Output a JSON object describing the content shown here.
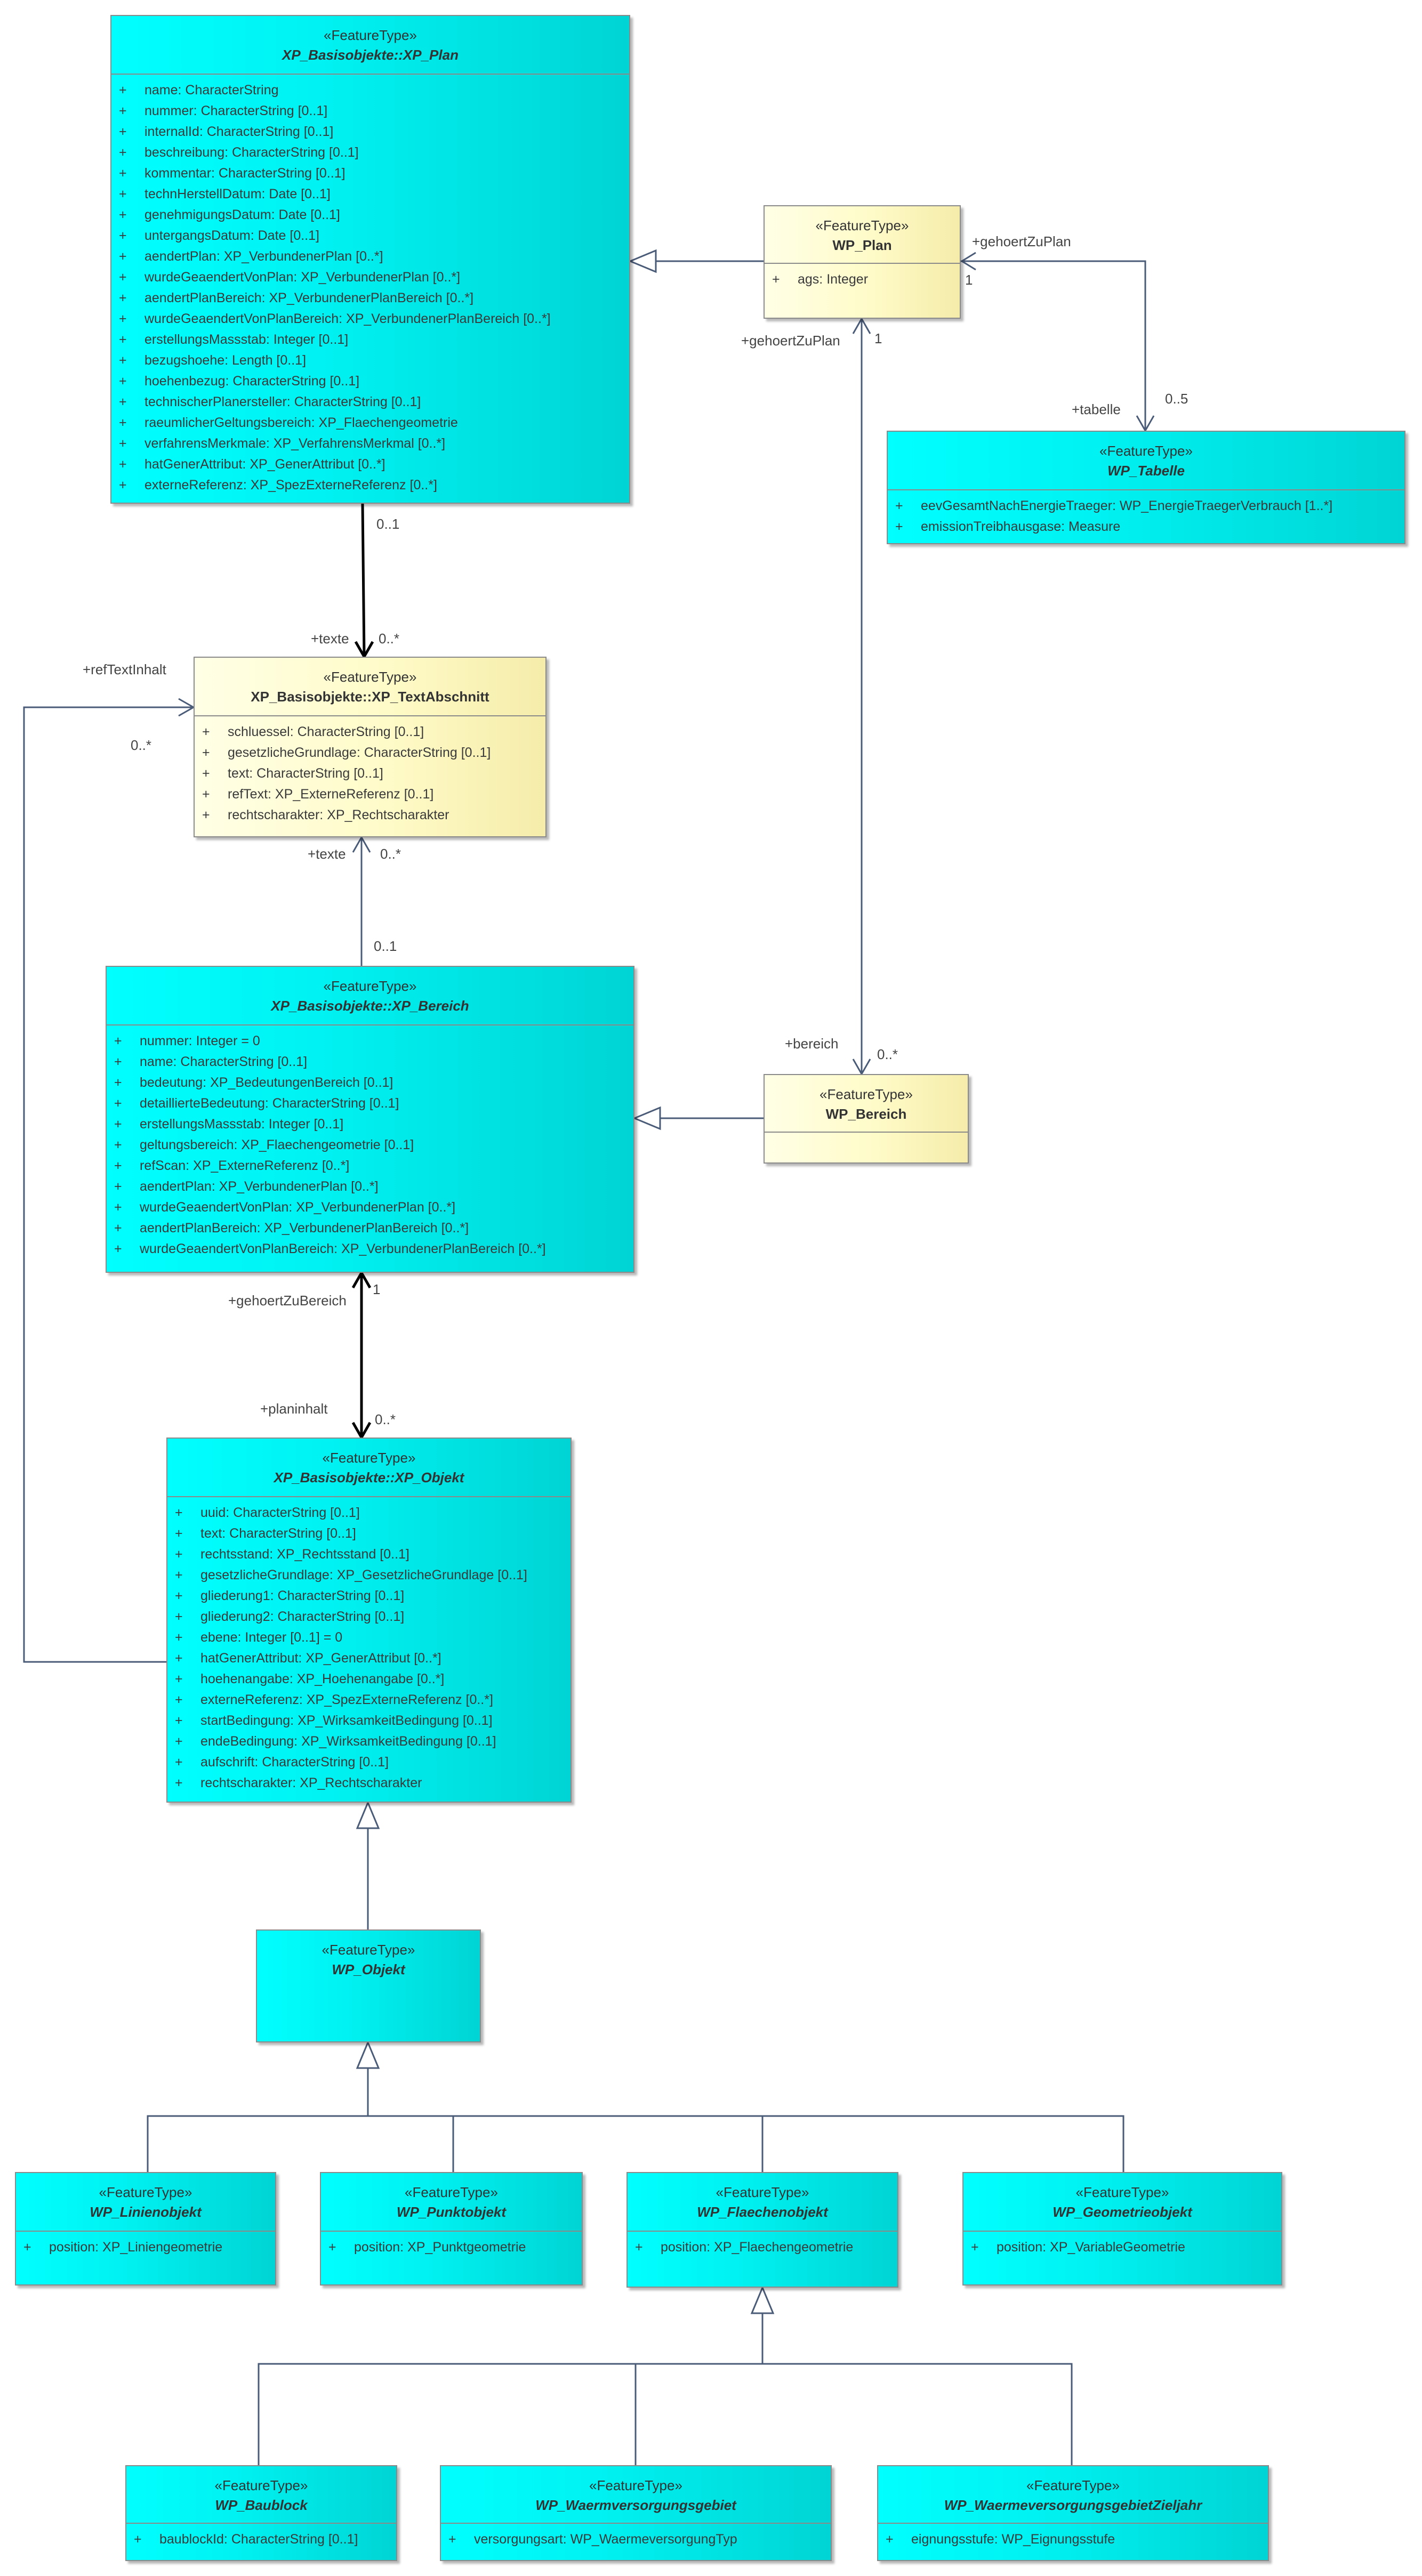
{
  "classes": {
    "xp_plan": {
      "stereotype": "«FeatureType»",
      "name": "XP_Basisobjekte::XP_Plan",
      "attributes": [
        "name: CharacterString",
        "nummer: CharacterString [0..1]",
        "internalId: CharacterString [0..1]",
        "beschreibung: CharacterString [0..1]",
        "kommentar: CharacterString [0..1]",
        "technHerstellDatum: Date [0..1]",
        "genehmigungsDatum: Date [0..1]",
        "untergangsDatum: Date [0..1]",
        "aendertPlan: XP_VerbundenerPlan [0..*]",
        "wurdeGeaendertVonPlan: XP_VerbundenerPlan [0..*]",
        "aendertPlanBereich: XP_VerbundenerPlanBereich [0..*]",
        "wurdeGeaendertVonPlanBereich: XP_VerbundenerPlanBereich [0..*]",
        "erstellungsMassstab: Integer [0..1]",
        "bezugshoehe: Length [0..1]",
        "hoehenbezug: CharacterString [0..1]",
        "technischerPlanersteller: CharacterString [0..1]",
        "raeumlicherGeltungsbereich: XP_Flaechengeometrie",
        "verfahrensMerkmale: XP_VerfahrensMerkmal [0..*]",
        "hatGenerAttribut: XP_GenerAttribut [0..*]",
        "externeReferenz: XP_SpezExterneReferenz [0..*]"
      ]
    },
    "wp_plan": {
      "stereotype": "«FeatureType»",
      "name": "WP_Plan",
      "attributes": [
        "ags: Integer"
      ]
    },
    "wp_tabelle": {
      "stereotype": "«FeatureType»",
      "name": "WP_Tabelle",
      "attributes": [
        "eevGesamtNachEnergieTraeger: WP_EnergieTraegerVerbrauch [1..*]",
        "emissionTreibhausgase: Measure"
      ]
    },
    "xp_textabschnitt": {
      "stereotype": "«FeatureType»",
      "name": "XP_Basisobjekte::XP_TextAbschnitt",
      "attributes": [
        "schluessel: CharacterString [0..1]",
        "gesetzlicheGrundlage: CharacterString [0..1]",
        "text: CharacterString [0..1]",
        "refText: XP_ExterneReferenz [0..1]",
        "rechtscharakter: XP_Rechtscharakter"
      ]
    },
    "xp_bereich": {
      "stereotype": "«FeatureType»",
      "name": "XP_Basisobjekte::XP_Bereich",
      "attributes": [
        "nummer: Integer = 0",
        "name: CharacterString [0..1]",
        "bedeutung: XP_BedeutungenBereich [0..1]",
        "detaillierteBedeutung: CharacterString [0..1]",
        "erstellungsMassstab: Integer [0..1]",
        "geltungsbereich: XP_Flaechengeometrie [0..1]",
        "refScan: XP_ExterneReferenz [0..*]",
        "aendertPlan: XP_VerbundenerPlan [0..*]",
        "wurdeGeaendertVonPlan: XP_VerbundenerPlan [0..*]",
        "aendertPlanBereich: XP_VerbundenerPlanBereich [0..*]",
        "wurdeGeaendertVonPlanBereich: XP_VerbundenerPlanBereich [0..*]"
      ]
    },
    "wp_bereich": {
      "stereotype": "«FeatureType»",
      "name": "WP_Bereich",
      "attributes": []
    },
    "xp_objekt": {
      "stereotype": "«FeatureType»",
      "name": "XP_Basisobjekte::XP_Objekt",
      "attributes": [
        "uuid: CharacterString [0..1]",
        "text: CharacterString [0..1]",
        "rechtsstand: XP_Rechtsstand [0..1]",
        "gesetzlicheGrundlage: XP_GesetzlicheGrundlage [0..1]",
        "gliederung1: CharacterString [0..1]",
        "gliederung2: CharacterString [0..1]",
        "ebene: Integer [0..1] = 0",
        "hatGenerAttribut: XP_GenerAttribut [0..*]",
        "hoehenangabe: XP_Hoehenangabe [0..*]",
        "externeReferenz: XP_SpezExterneReferenz [0..*]",
        "startBedingung: XP_WirksamkeitBedingung [0..1]",
        "endeBedingung: XP_WirksamkeitBedingung [0..1]",
        "aufschrift: CharacterString [0..1]",
        "rechtscharakter: XP_Rechtscharakter"
      ]
    },
    "wp_objekt": {
      "stereotype": "«FeatureType»",
      "name": "WP_Objekt",
      "attributes": []
    },
    "wp_linienobjekt": {
      "stereotype": "«FeatureType»",
      "name": "WP_Linienobjekt",
      "attributes": [
        "position: XP_Liniengeometrie"
      ]
    },
    "wp_punktobjekt": {
      "stereotype": "«FeatureType»",
      "name": "WP_Punktobjekt",
      "attributes": [
        "position: XP_Punktgeometrie"
      ]
    },
    "wp_flaechenobjekt": {
      "stereotype": "«FeatureType»",
      "name": "WP_Flaechenobjekt",
      "attributes": [
        "position: XP_Flaechengeometrie"
      ]
    },
    "wp_geometrieobjekt": {
      "stereotype": "«FeatureType»",
      "name": "WP_Geometrieobjekt",
      "attributes": [
        "position: XP_VariableGeometrie"
      ]
    },
    "wp_baublock": {
      "stereotype": "«FeatureType»",
      "name": "WP_Baublock",
      "attributes": [
        "baublockId: CharacterString [0..1]"
      ]
    },
    "wp_waermeversorgungsgebiet": {
      "stereotype": "«FeatureType»",
      "name": "WP_Waermversorgungsgebiet",
      "attributes": [
        "versorgungsart: WP_WaermeversorgungTyp"
      ]
    },
    "wp_waermeversorgungsgebiet_zieljahr": {
      "stereotype": "«FeatureType»",
      "name": "WP_WaermeversorgungsgebietZieljahr",
      "attributes": [
        "eignungsstufe: WP_Eignungsstufe"
      ]
    }
  },
  "labels": {
    "gehoertZuPlan": "+gehoertZuPlan",
    "one": "1",
    "tabelle": "+tabelle",
    "zero_five": "0..5",
    "zero_one": "0..1",
    "zero_many": "0..*",
    "texte": "+texte",
    "refTextInhalt": "+refTextInhalt",
    "bereich": "+bereich",
    "gehoertZuBereich": "+gehoertZuBereich",
    "planinhalt": "+planinhalt"
  },
  "visibility_symbol": "+"
}
